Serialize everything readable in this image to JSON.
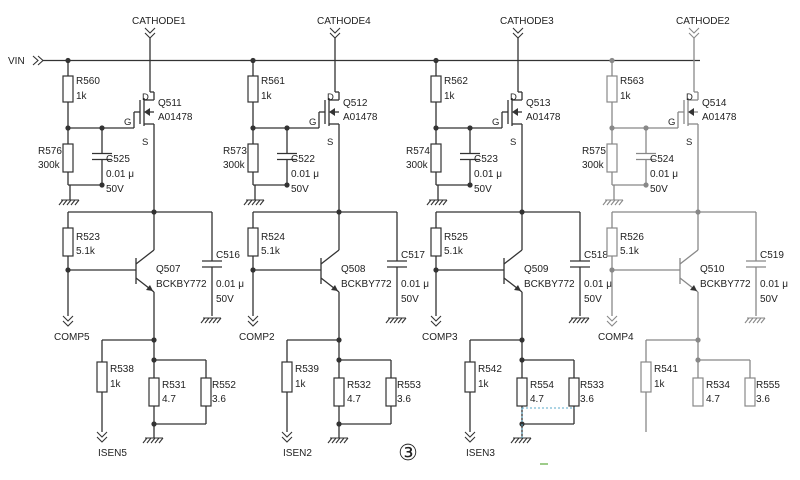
{
  "input_label": "VIN",
  "page_marker": "③",
  "channels": [
    {
      "cathode": "CATHODE1",
      "r_top": {
        "name": "R560",
        "value": "1k"
      },
      "r_gate": {
        "name": "R576",
        "value": "300k"
      },
      "c_gate": {
        "name": "C525",
        "value": "0.01 μ",
        "voltage": "50V"
      },
      "mosfet": {
        "name": "Q511",
        "part": "A01478",
        "d": "D",
        "g": "G",
        "s": "S"
      },
      "r_base": {
        "name": "R523",
        "value": "5.1k"
      },
      "bjt": {
        "name": "Q507",
        "part": "BCKBY772"
      },
      "c_col": {
        "name": "C516",
        "value": "0.01 μ",
        "voltage": "50V"
      },
      "comp": "COMP5",
      "r_sense": {
        "name": "R538",
        "value": "1k"
      },
      "r_em1": {
        "name": "R531",
        "value": "4.7"
      },
      "r_em2": {
        "name": "R552",
        "value": "3.6"
      },
      "isen": "ISEN5"
    },
    {
      "cathode": "CATHODE4",
      "r_top": {
        "name": "R561",
        "value": "1k"
      },
      "r_gate": {
        "name": "R573",
        "value": "300k"
      },
      "c_gate": {
        "name": "C522",
        "value": "0.01 μ",
        "voltage": "50V"
      },
      "mosfet": {
        "name": "Q512",
        "part": "A01478",
        "d": "D",
        "g": "G",
        "s": "S"
      },
      "r_base": {
        "name": "R524",
        "value": "5.1k"
      },
      "bjt": {
        "name": "Q508",
        "part": "BCKBY772"
      },
      "c_col": {
        "name": "C517",
        "value": "0.01 μ",
        "voltage": "50V"
      },
      "comp": "COMP2",
      "r_sense": {
        "name": "R539",
        "value": "1k"
      },
      "r_em1": {
        "name": "R532",
        "value": "4.7"
      },
      "r_em2": {
        "name": "R553",
        "value": "3.6"
      },
      "isen": "ISEN2"
    },
    {
      "cathode": "CATHODE3",
      "r_top": {
        "name": "R562",
        "value": "1k"
      },
      "r_gate": {
        "name": "R574",
        "value": "300k"
      },
      "c_gate": {
        "name": "C523",
        "value": "0.01 μ",
        "voltage": "50V"
      },
      "mosfet": {
        "name": "Q513",
        "part": "A01478",
        "d": "D",
        "g": "G",
        "s": "S"
      },
      "r_base": {
        "name": "R525",
        "value": "5.1k"
      },
      "bjt": {
        "name": "Q509",
        "part": "BCKBY772"
      },
      "c_col": {
        "name": "C518",
        "value": "0.01 μ",
        "voltage": "50V"
      },
      "comp": "COMP3",
      "r_sense": {
        "name": "R542",
        "value": "1k"
      },
      "r_em1": {
        "name": "R554",
        "value": "4.7"
      },
      "r_em2": {
        "name": "R533",
        "value": "3.6"
      },
      "isen": "ISEN3"
    },
    {
      "cathode": "CATHODE2",
      "r_top": {
        "name": "R563",
        "value": "1k"
      },
      "r_gate": {
        "name": "R575",
        "value": "300k"
      },
      "c_gate": {
        "name": "C524",
        "value": "0.01 μ",
        "voltage": "50V"
      },
      "mosfet": {
        "name": "Q514",
        "part": "A01478",
        "d": "D",
        "g": "G",
        "s": "S"
      },
      "r_base": {
        "name": "R526",
        "value": "5.1k"
      },
      "bjt": {
        "name": "Q510",
        "part": "BCKBY772"
      },
      "c_col": {
        "name": "C519",
        "value": "0.01 μ",
        "voltage": "50V"
      },
      "comp": "COMP4",
      "r_sense": {
        "name": "R541",
        "value": "1k"
      },
      "r_em1": {
        "name": "R534",
        "value": "4.7"
      },
      "r_em2": {
        "name": "R555",
        "value": "3.6"
      },
      "isen": ""
    }
  ]
}
